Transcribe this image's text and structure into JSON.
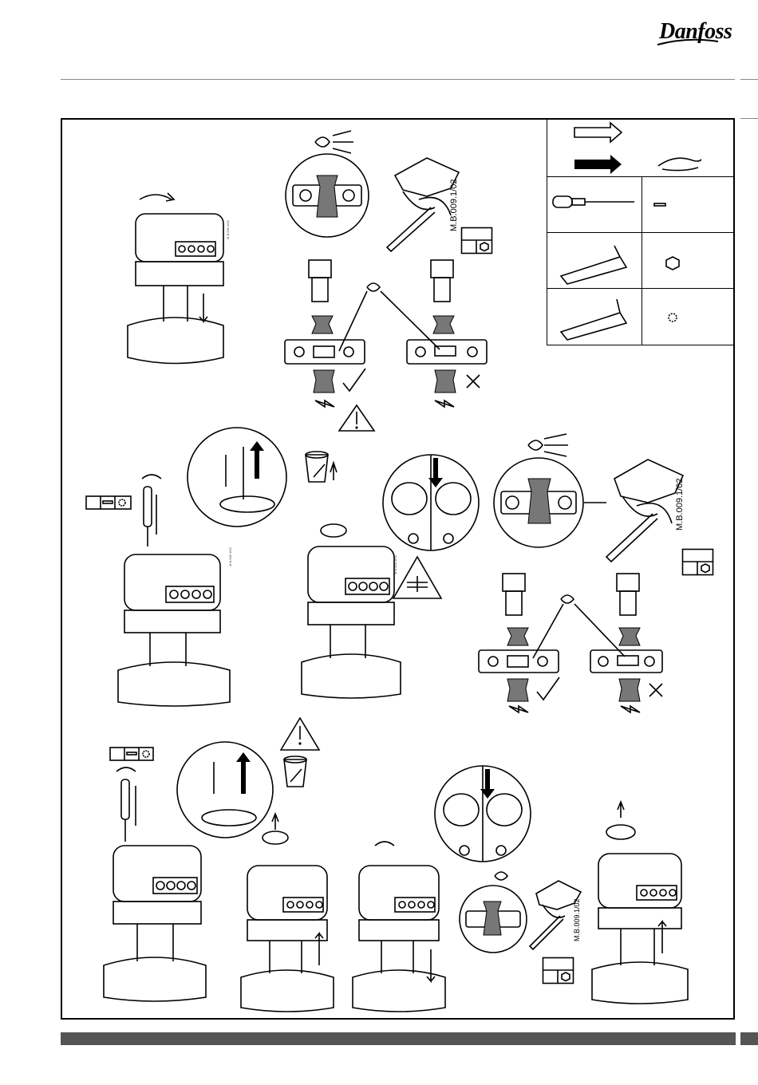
{
  "header": {
    "brand": "Danfoss"
  },
  "legend": {
    "rows": [
      {
        "tool": "outline-arrow",
        "meaning": "hand-press"
      },
      {
        "tool": "screwdriver",
        "bit": "slot"
      },
      {
        "tool": "hex-key",
        "bit": "hex"
      },
      {
        "tool": "torx-key",
        "bit": "torx"
      }
    ]
  },
  "labels": {
    "code_top": "M.B.009.1/02",
    "code_mid": "M.B.009.1/02",
    "code_bottom": "M.B.009.1/02"
  },
  "icons": [
    "eye-icon",
    "warning-icon",
    "check-icon",
    "cross-icon",
    "rotate-icon",
    "cup-icon",
    "hand-crush-icon"
  ],
  "colors": {
    "frame": "#000000",
    "footer": "#555555",
    "rule": "#888888"
  }
}
